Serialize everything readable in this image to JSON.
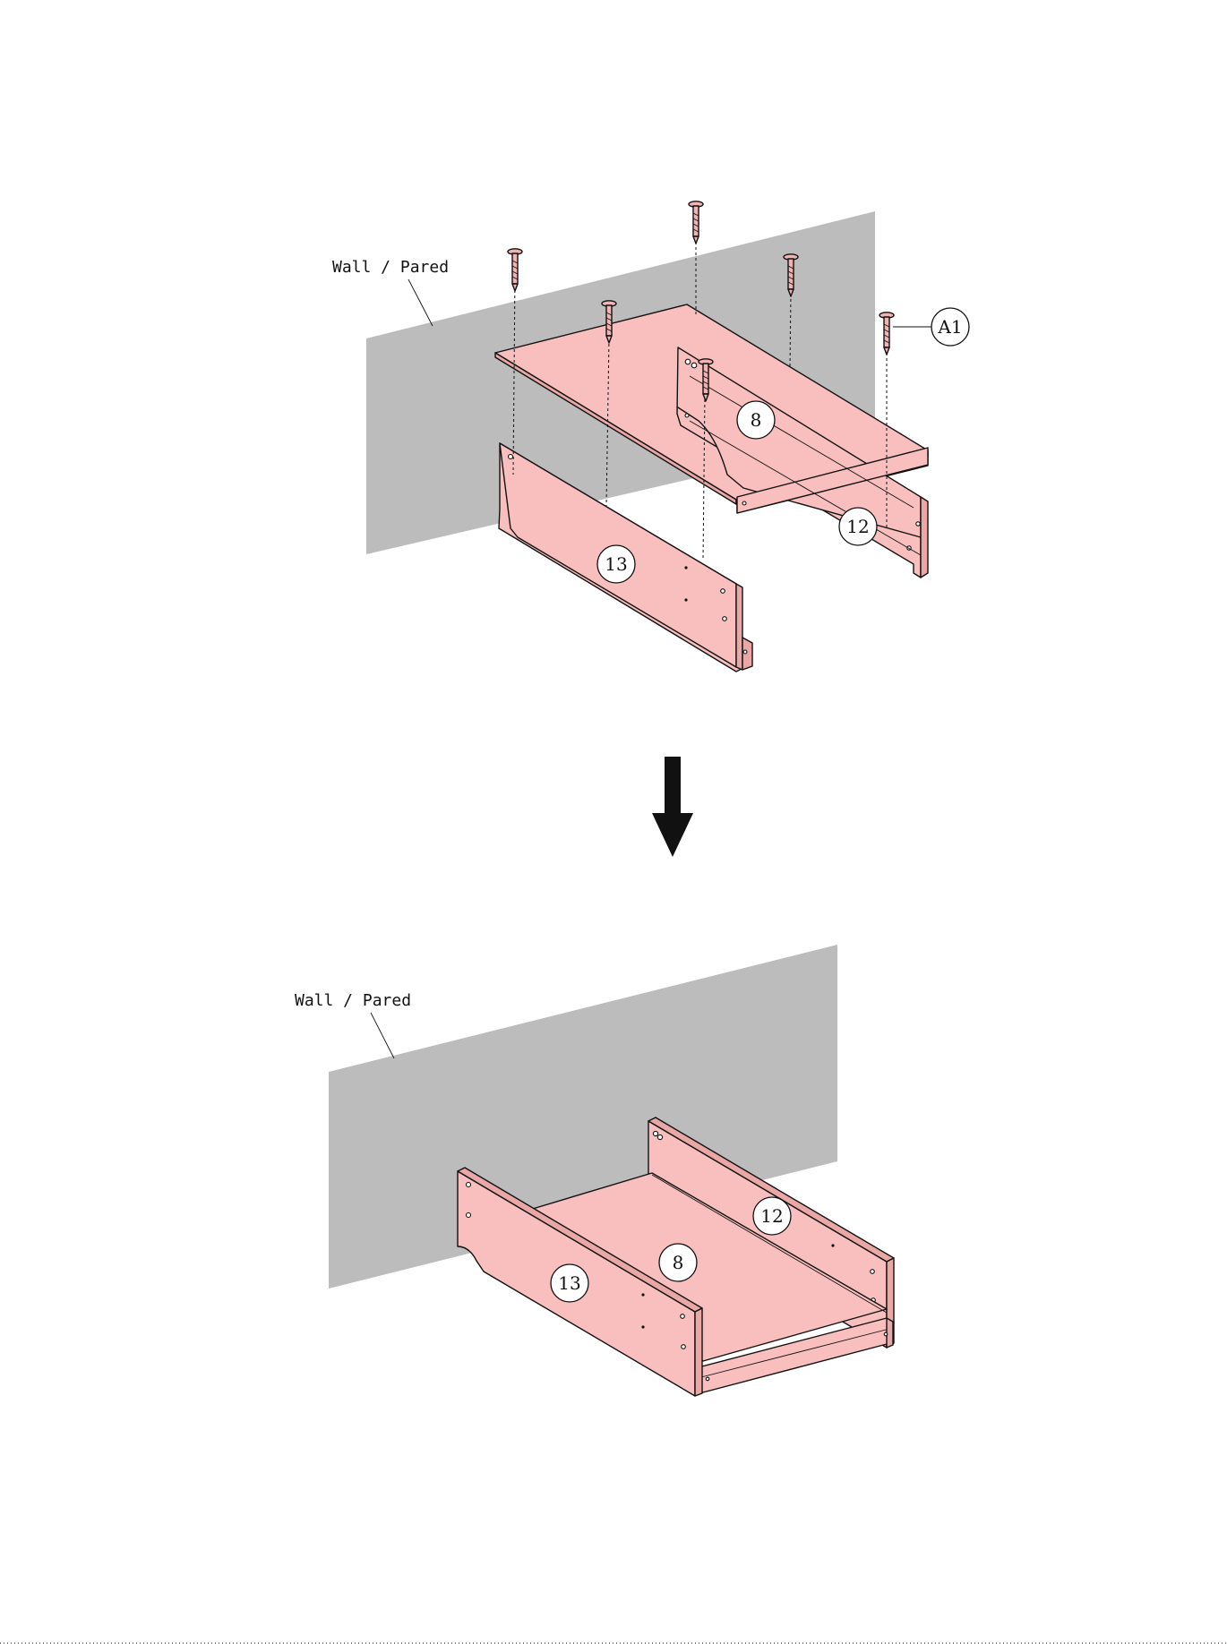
{
  "colors": {
    "wall": "#bcbcbc",
    "panel": "#f8bfbe",
    "panel_dark": "#e9a7a6",
    "screw": "#f2b3b2",
    "ink": "#111111"
  },
  "step_top": {
    "wall_label": "Wall / Pared",
    "callouts": {
      "screw": "A1",
      "shelf": "8",
      "side_right": "12",
      "side_left": "13"
    },
    "screw_count": 6
  },
  "arrow": {
    "icon": "down-arrow-icon"
  },
  "step_bottom": {
    "wall_label": "Wall / Pared",
    "callouts": {
      "side_right": "12",
      "shelf": "8",
      "side_left": "13"
    }
  }
}
